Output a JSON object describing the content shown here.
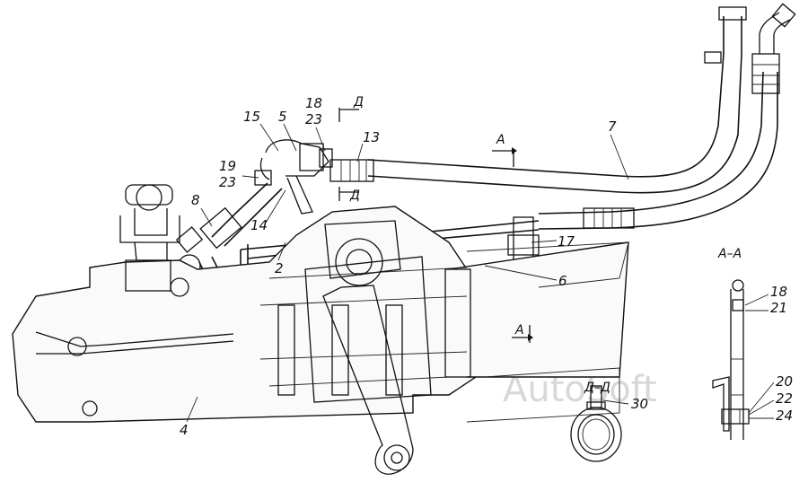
{
  "watermark": "AutoSoft",
  "section_labels": {
    "a_top": "А",
    "a_bottom": "А",
    "d_top": "Д",
    "d_bottom": "Д",
    "view_a": "А–А",
    "view_d": "Д–Д"
  },
  "callouts": {
    "c1": "15",
    "c2": "5",
    "c3": "18",
    "c4": "23",
    "c5": "13",
    "c6": "7",
    "c7": "19",
    "c8": "23",
    "c9": "8",
    "c10": "14",
    "c11": "2",
    "c12": "17",
    "c13": "6",
    "c14": "4",
    "c15": "30",
    "c16": "18",
    "c17": "21",
    "c18": "20",
    "c19": "22",
    "c20": "24"
  }
}
